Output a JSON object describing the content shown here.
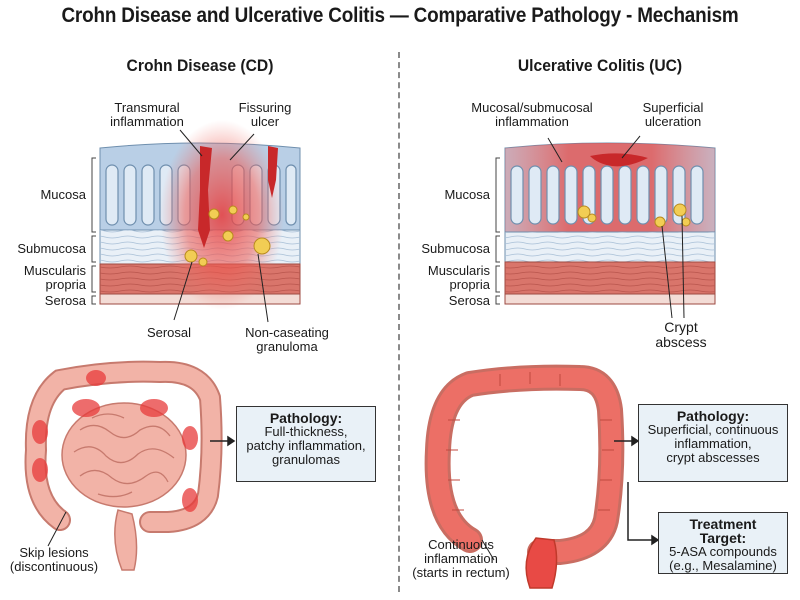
{
  "title": "Crohn Disease and Ulcerative Colitis — Comparative Pathology - Mechanism",
  "crohn": {
    "heading": "Crohn Disease (CD)",
    "label_transmural": "Transmural\ninflammation",
    "label_fissuring": "Fissuring\nulcer",
    "layer_mucosa": "Mucosa",
    "layer_submucosa": "Submucosa",
    "layer_muscularis": "Muscularis\npropria",
    "layer_serosa": "Serosa",
    "label_serosal": "Serosal",
    "label_granuloma": "Non-caseating\ngranuloma",
    "label_skip": "Skip lesions\n(discontinuous)",
    "box_head": "Pathology:",
    "box_text": "Full-thickness,\npatchy inflammation,\ngranulomas"
  },
  "uc": {
    "heading": "Ulcerative Colitis (UC)",
    "label_mucosal": "Mucosal/submucosal\ninflammation",
    "label_superficial": "Superficial\nulceration",
    "layer_mucosa": "Mucosa",
    "layer_submucosa": "Submucosa",
    "layer_muscularis": "Muscularis\npropria",
    "layer_serosa": "Serosa",
    "label_crypt": "Crypt\nabscess",
    "label_continuous": "Continuous\ninflammation\n(starts in rectum)",
    "box_head": "Pathology:",
    "box_text": "Superficial, continuous\ninflammation,\ncrypt abscesses",
    "treat_head": "Treatment Target:",
    "treat_text": "5-ASA compounds\n(e.g., Mesalamine)"
  },
  "colors": {
    "mucosa": "#b9cfe6",
    "crypt": "#d8e6f3",
    "submucosa": "#e9f0f7",
    "muscle": "#d9756b",
    "serosa": "#f3dcd6",
    "inflamed": "#e83b3b",
    "granuloma": "#f2cd54",
    "intestine": "#f2b3a7",
    "box": "#e9f1f7"
  }
}
